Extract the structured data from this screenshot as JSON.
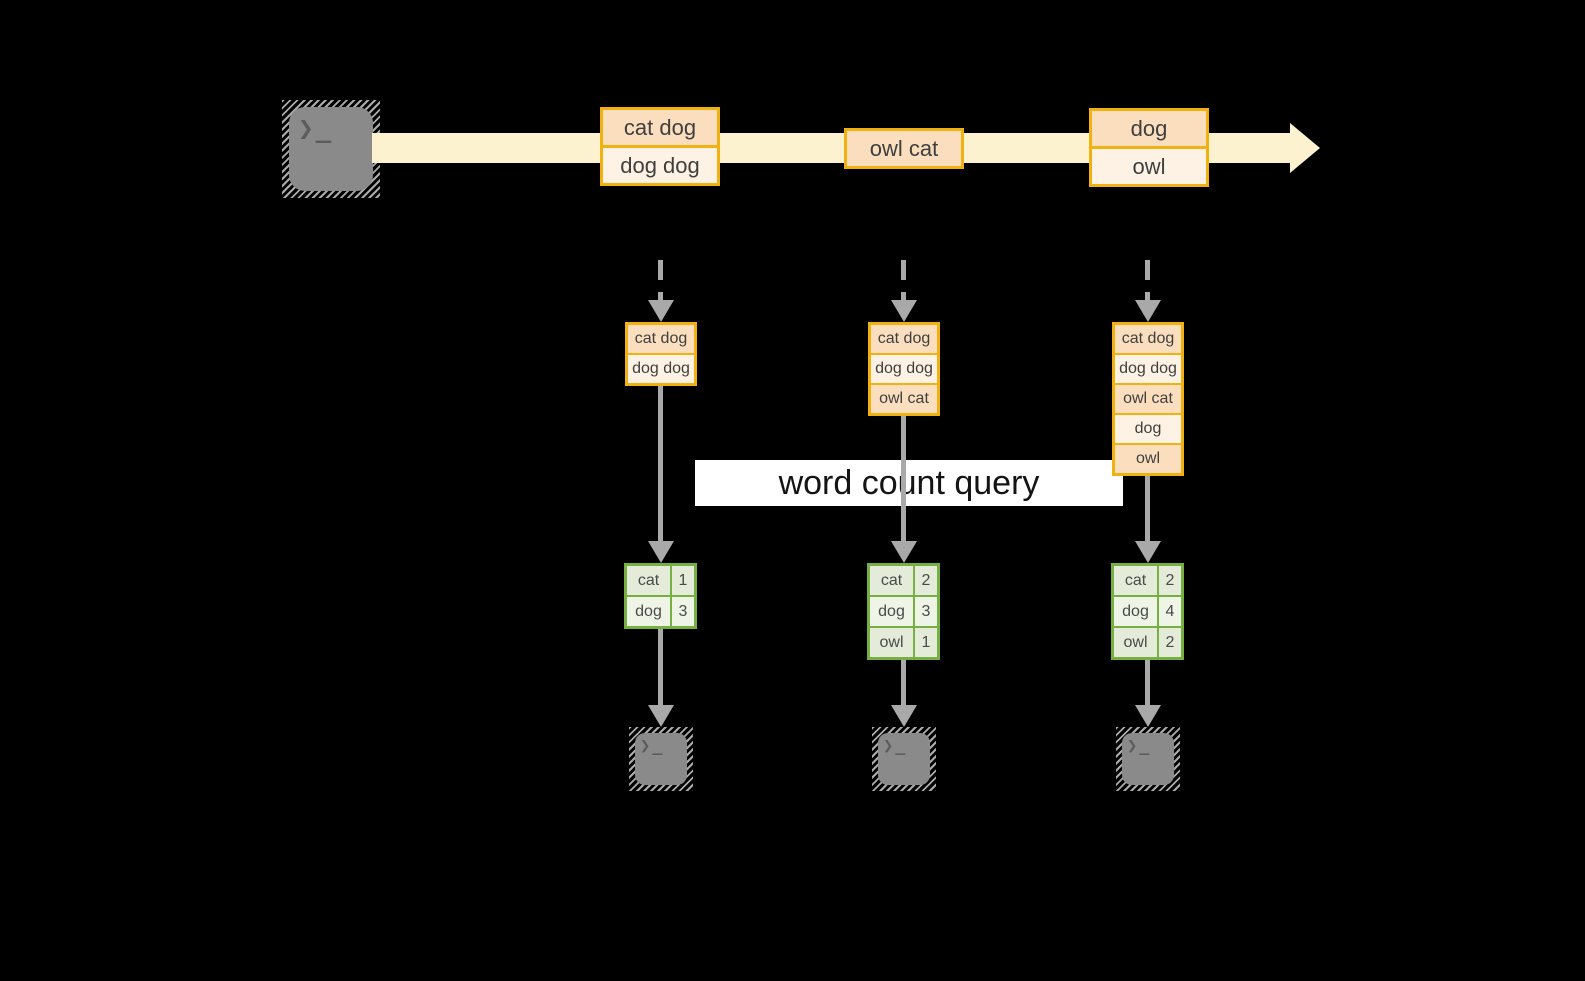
{
  "title": {
    "label": "word count query"
  },
  "icons": {
    "terminal_glyph": "❯_"
  },
  "stream": {
    "events": [
      {
        "rows": [
          "cat dog",
          "dog dog"
        ]
      },
      {
        "rows": [
          "owl cat"
        ]
      },
      {
        "rows": [
          "dog",
          "owl"
        ]
      }
    ]
  },
  "batches": [
    {
      "rows": [
        "cat dog",
        "dog dog"
      ]
    },
    {
      "rows": [
        "cat dog",
        "dog dog",
        "owl cat"
      ]
    },
    {
      "rows": [
        "cat dog",
        "dog dog",
        "owl cat",
        "dog",
        "owl"
      ]
    }
  ],
  "counts": [
    {
      "rows": [
        {
          "word": "cat",
          "count": "1"
        },
        {
          "word": "dog",
          "count": "3"
        }
      ]
    },
    {
      "rows": [
        {
          "word": "cat",
          "count": "2"
        },
        {
          "word": "dog",
          "count": "3"
        },
        {
          "word": "owl",
          "count": "1"
        }
      ]
    },
    {
      "rows": [
        {
          "word": "cat",
          "count": "2"
        },
        {
          "word": "dog",
          "count": "4"
        },
        {
          "word": "owl",
          "count": "2"
        }
      ]
    }
  ],
  "colors": {
    "accent_gold": "#f1b211",
    "peach_dark": "#fbdebe",
    "peach_light": "#fdf2e3",
    "stream_band": "#fcf2cf",
    "green_border": "#76b043",
    "green_cell_dark": "#e4ecd9",
    "green_cell_light": "#eef4e6",
    "arrow_gray": "#a9a9a9",
    "terminal_gray": "#8a8a8a",
    "background": "#000000"
  }
}
